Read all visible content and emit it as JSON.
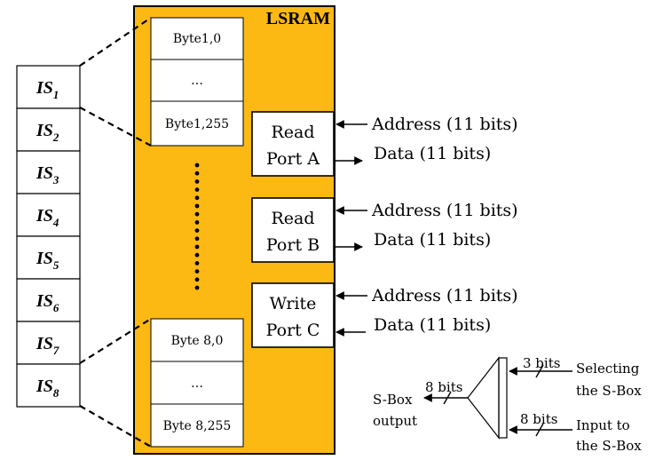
{
  "lsram": {
    "title": "LSRAM",
    "fill_color": "#FDB913",
    "top_block": [
      "Byte1,0",
      "…",
      "Byte1,255"
    ],
    "bottom_block": [
      "Byte 8,0",
      "…",
      "Byte 8,255"
    ]
  },
  "instruction_slots": [
    {
      "base": "IS",
      "sub": "1"
    },
    {
      "base": "IS",
      "sub": "2"
    },
    {
      "base": "IS",
      "sub": "3"
    },
    {
      "base": "IS",
      "sub": "4"
    },
    {
      "base": "IS",
      "sub": "5"
    },
    {
      "base": "IS",
      "sub": "6"
    },
    {
      "base": "IS",
      "sub": "7"
    },
    {
      "base": "IS",
      "sub": "8"
    }
  ],
  "ports": [
    {
      "line1": "Read",
      "line2": "Port A",
      "address_label": "Address (11 bits)",
      "data_label": "Data (11 bits)",
      "data_direction": "out"
    },
    {
      "line1": "Read",
      "line2": "Port B",
      "address_label": "Address (11 bits)",
      "data_label": "Data (11 bits)",
      "data_direction": "out"
    },
    {
      "line1": "Write",
      "line2": "Port C",
      "address_label": "Address (11 bits)",
      "data_label": "Data (11 bits)",
      "data_direction": "in"
    }
  ],
  "mux": {
    "select_bits": "3 bits",
    "select_label_1": "Selecting",
    "select_label_2": "the S-Box",
    "input_bits": "8 bits",
    "input_label_1": "Input to",
    "input_label_2": "the S-Box",
    "output_bits": "8 bits",
    "output_label_1": "S-Box",
    "output_label_2": "output"
  }
}
